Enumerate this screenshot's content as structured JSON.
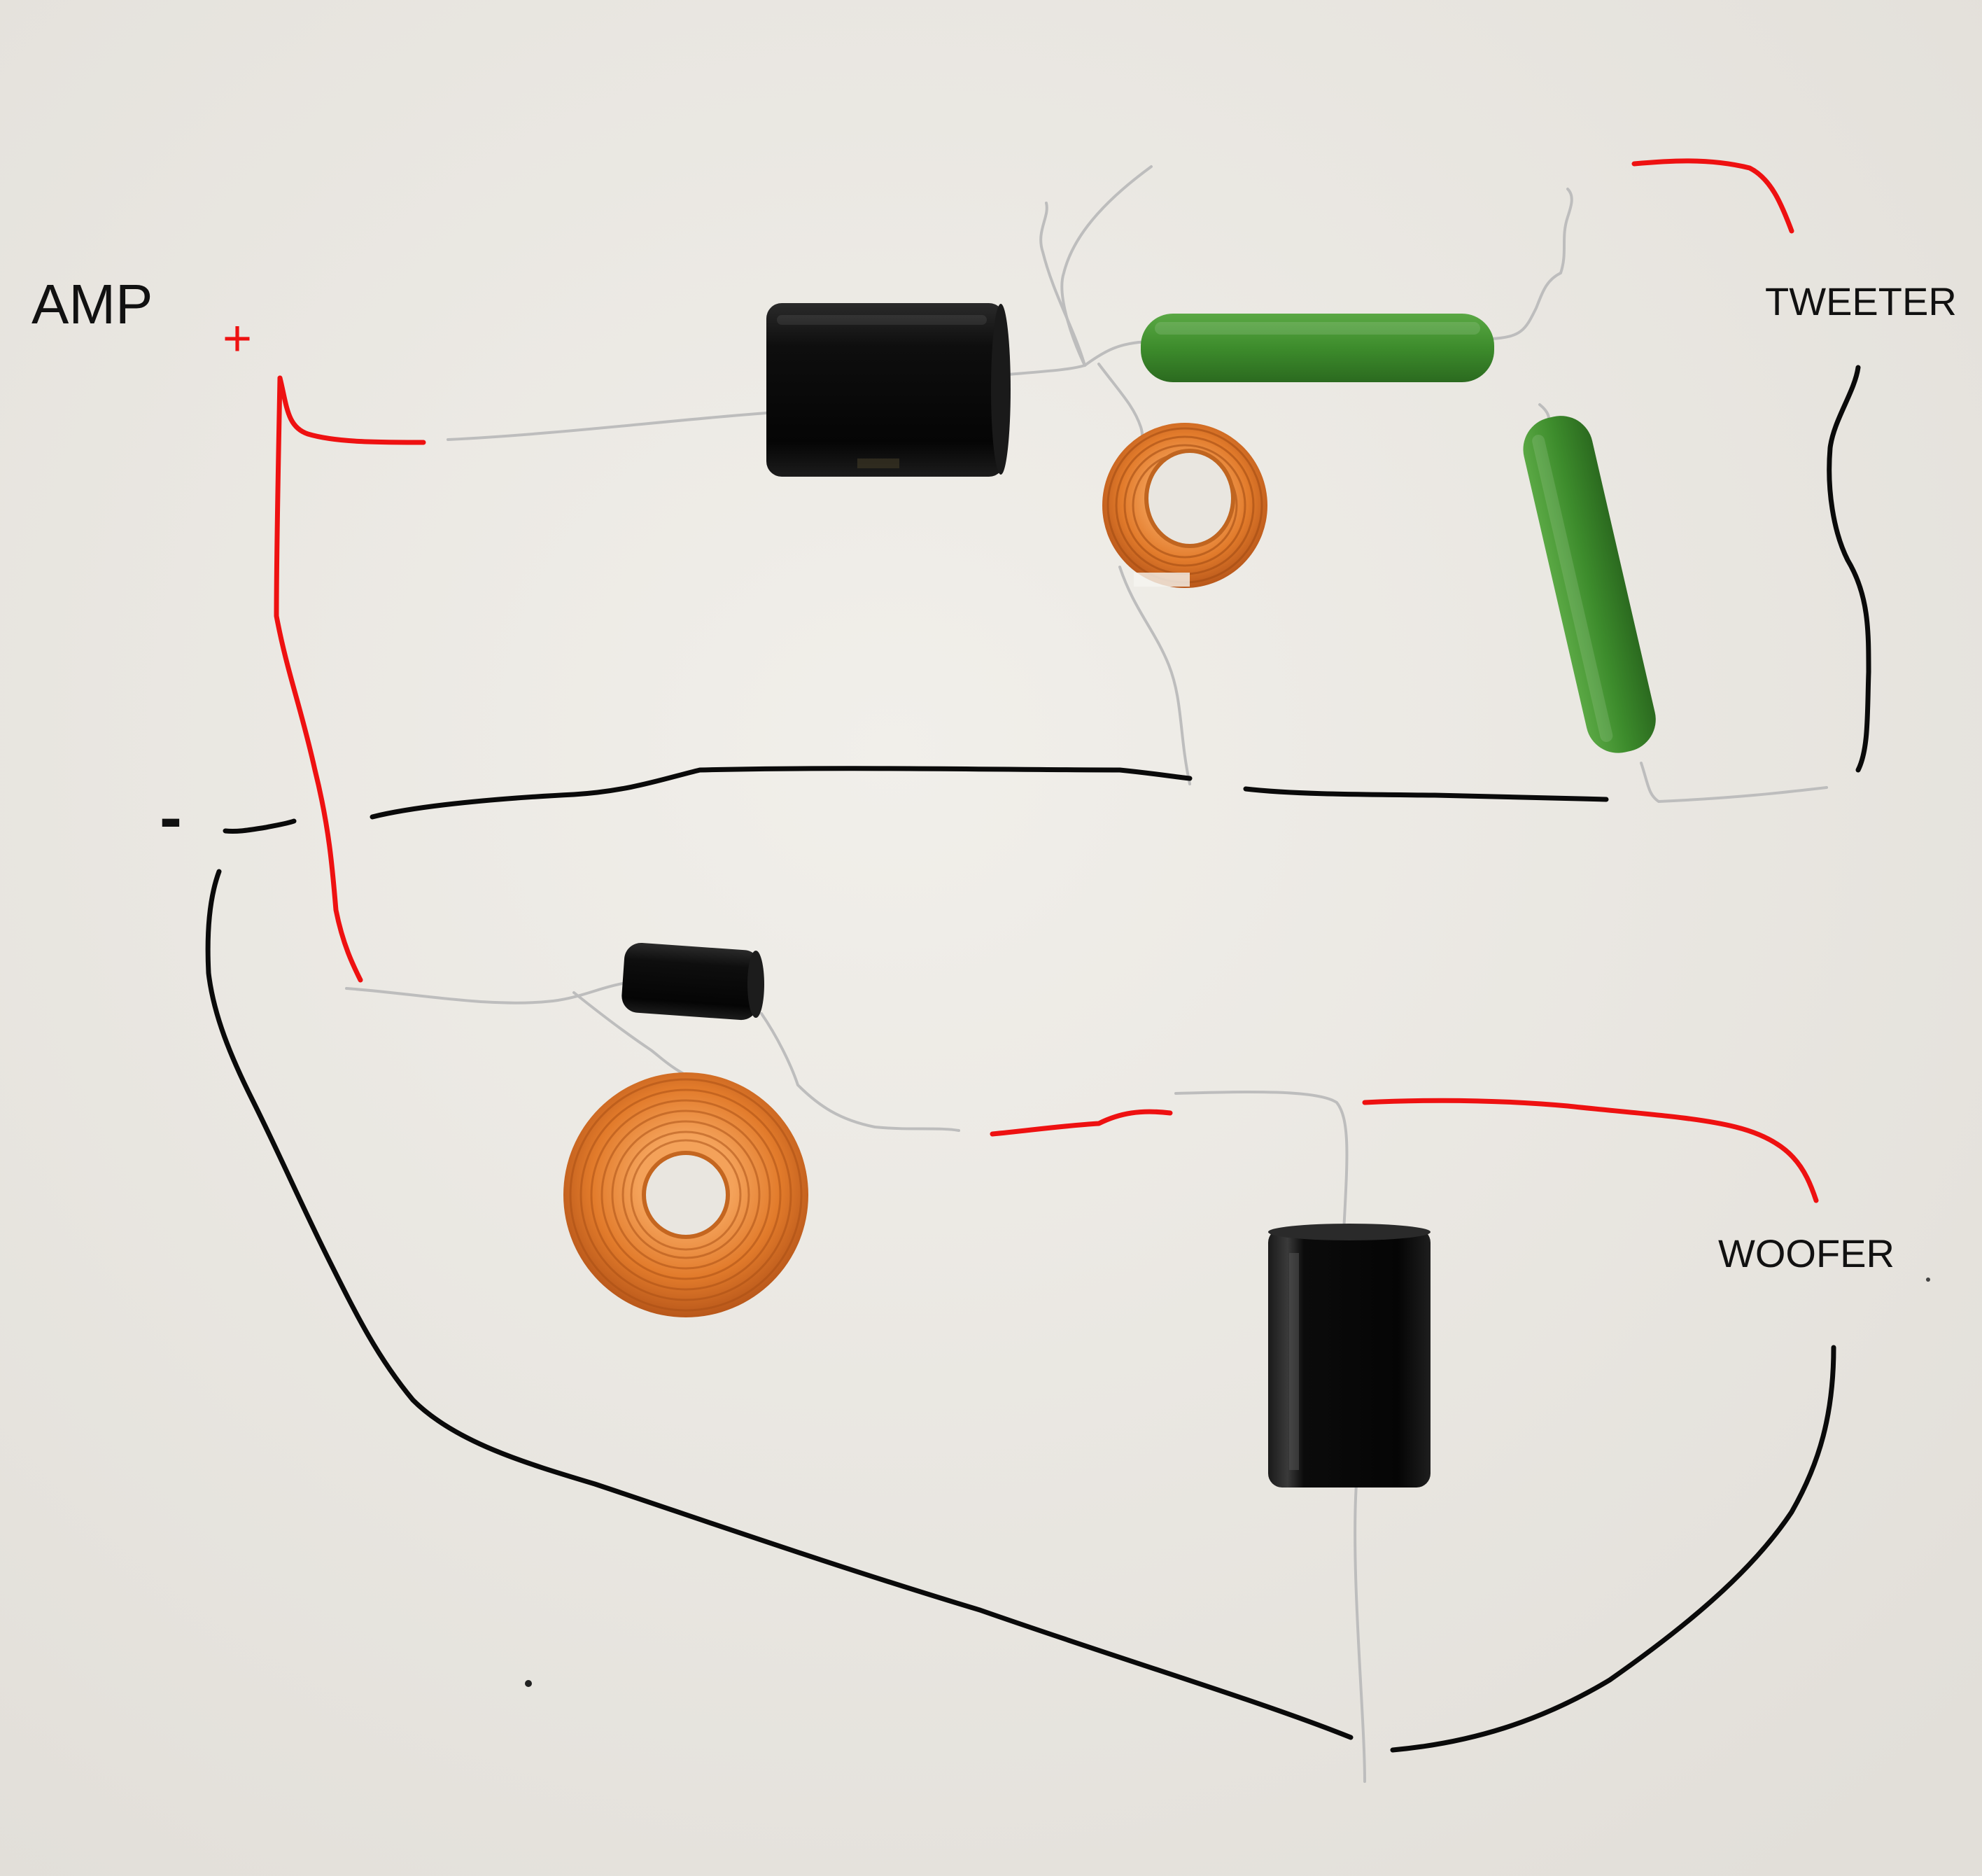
{
  "labels": {
    "amp": "AMP",
    "plus": "+",
    "minus": "-",
    "tweeter": "TWEETER",
    "woofer": "WOOFER"
  },
  "colors": {
    "background": "#ebe9e4",
    "positive_wire": "#ee1111",
    "negative_wire": "#0a0a0a",
    "component_lead": "#b9b9b9",
    "capacitor_body": "#121212",
    "resistor_body": "#3f8f2e",
    "copper_coil": "#e07a2a"
  },
  "components": [
    {
      "name": "tweeter-capacitor",
      "kind": "capacitor"
    },
    {
      "name": "tweeter-series-resistor",
      "kind": "resistor"
    },
    {
      "name": "tweeter-shunt-resistor",
      "kind": "resistor"
    },
    {
      "name": "tweeter-inductor",
      "kind": "air-core coil"
    },
    {
      "name": "woofer-small-capacitor",
      "kind": "capacitor"
    },
    {
      "name": "woofer-inductor",
      "kind": "air-core coil"
    },
    {
      "name": "woofer-capacitor",
      "kind": "capacitor"
    }
  ]
}
